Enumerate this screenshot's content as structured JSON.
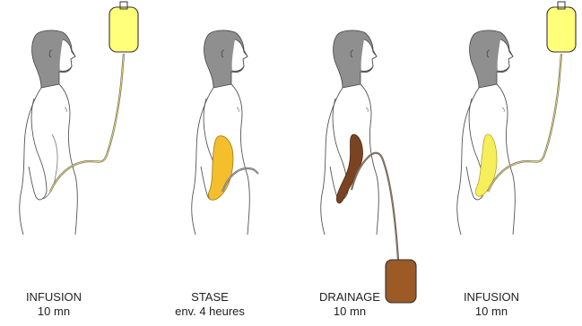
{
  "stages": [
    {
      "title": "INFUSION",
      "duration": "10 mn"
    },
    {
      "title": "STASE",
      "duration": "env. 4 heures"
    },
    {
      "title": "DRAINAGE",
      "duration": "10 mn"
    },
    {
      "title": "INFUSION",
      "duration": "10 mn"
    }
  ],
  "colors": {
    "head": "#8f8f8f",
    "body_outline": "#555555",
    "bag_fresh": "#ffff7a",
    "bag_drain": "#9b5a26",
    "fluid_stase": "#f4be2c",
    "fluid_drain": "#7a4422",
    "fluid_infusion": "#f6ee5a",
    "catheter": "#6b6b6b",
    "tube_fresh": "#e8d66a",
    "tube_drain": "#9a7a5a"
  }
}
